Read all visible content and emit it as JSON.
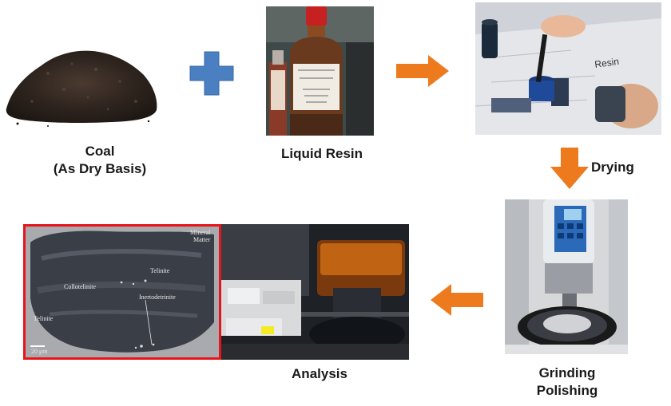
{
  "steps": {
    "coal": {
      "line1": "Coal",
      "line2": "(As Dry Basis)"
    },
    "resin": {
      "label": "Liquid Resin"
    },
    "drying": {
      "label": "Drying"
    },
    "grinding": {
      "line1": "Grinding",
      "line2": "Polishing"
    },
    "analysis": {
      "label": "Analysis"
    }
  },
  "micrograph": {
    "mineral_line1": "Mineral",
    "mineral_line2": "Matter",
    "telinite_top": "Telinite",
    "collotelinite": "Collotelinite",
    "inertodetrinite": "Inertodetrinite",
    "telinite_left": "Telinite",
    "scale": "20 μm"
  },
  "colors": {
    "arrow": "#ee7a1e",
    "plus": "#4a7fc1",
    "highlight_border": "#e8141c"
  },
  "icons": [
    "plus-icon",
    "arrow-right-icon",
    "arrow-down-icon",
    "arrow-left-icon"
  ]
}
